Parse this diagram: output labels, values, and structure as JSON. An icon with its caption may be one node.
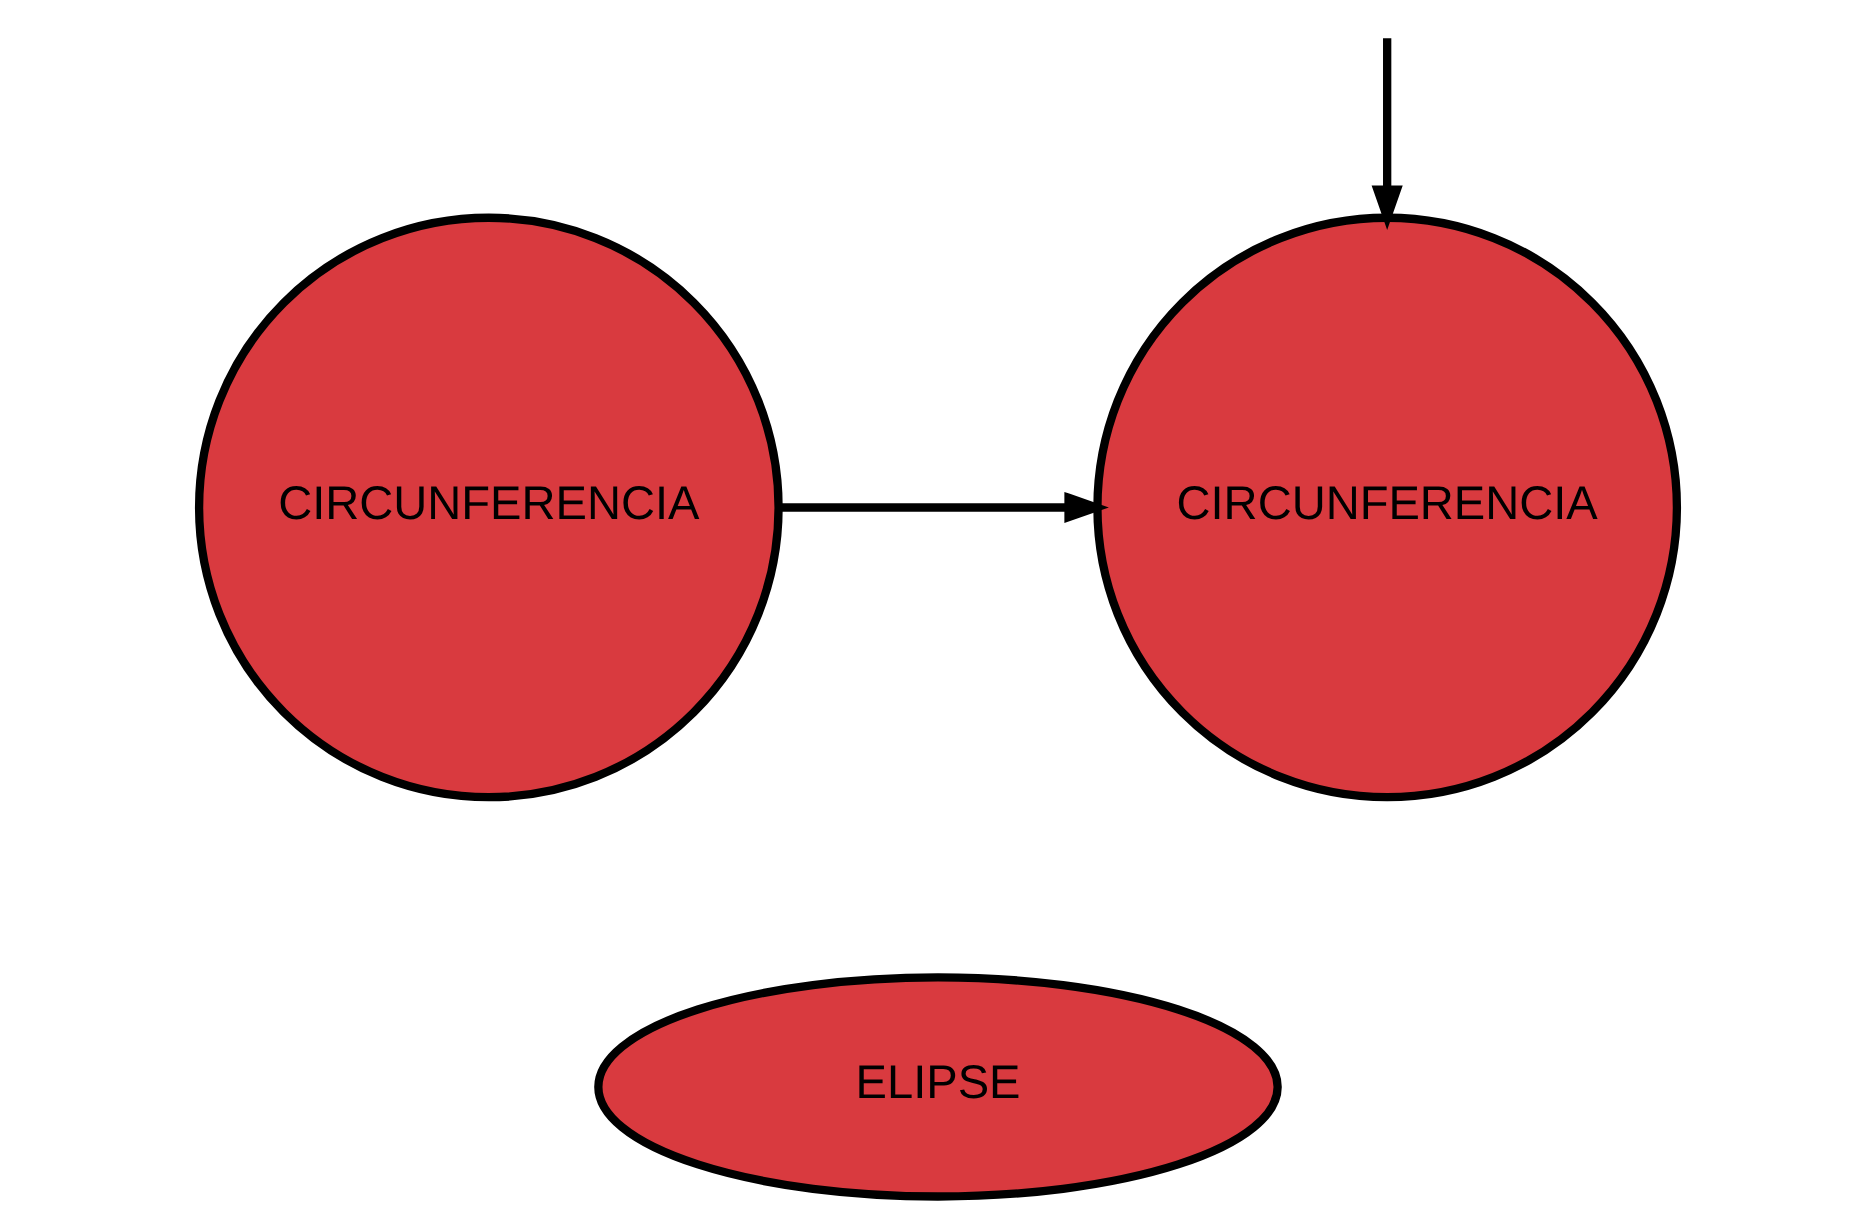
{
  "diagram": {
    "nodes": [
      {
        "text": [
          "CIRCUNFERENCIA"
        ]
      },
      {
        "text": [
          "CIRCUNFERENCIA"
        ]
      },
      {
        "text": [
          "ELIPSE"
        ]
      }
    ],
    "edges": [
      {
        "from": 1,
        "to": 0,
        "arrow": "to"
      },
      {
        "from": null,
        "to": 0,
        "arrow": "to"
      }
    ]
  }
}
